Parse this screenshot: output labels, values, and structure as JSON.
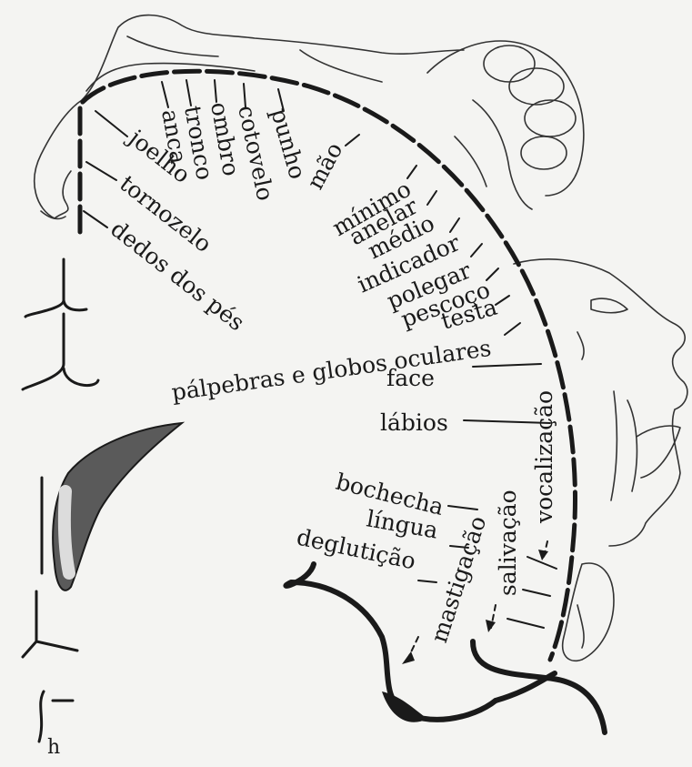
{
  "body_labels": [
    "anca",
    "tronco",
    "ombro",
    "cotovelo",
    "punho",
    "mão",
    "joelho",
    "tornozelo",
    "dedos dos pés"
  ],
  "hand_labels": [
    "mínimo",
    "anelar",
    "médio",
    "indicador",
    "polegar",
    "pescoço",
    "testa"
  ],
  "face_labels": [
    "pálpebras e globos oculares",
    "face",
    "lábios",
    "bochecha",
    "língua",
    "deglutição"
  ],
  "vertical_labels": [
    "vocalização",
    "salivação",
    "mastigação"
  ],
  "corner_mark": "h",
  "ink_color": "#1a1a1a",
  "paper_color": "#f4f4f2"
}
